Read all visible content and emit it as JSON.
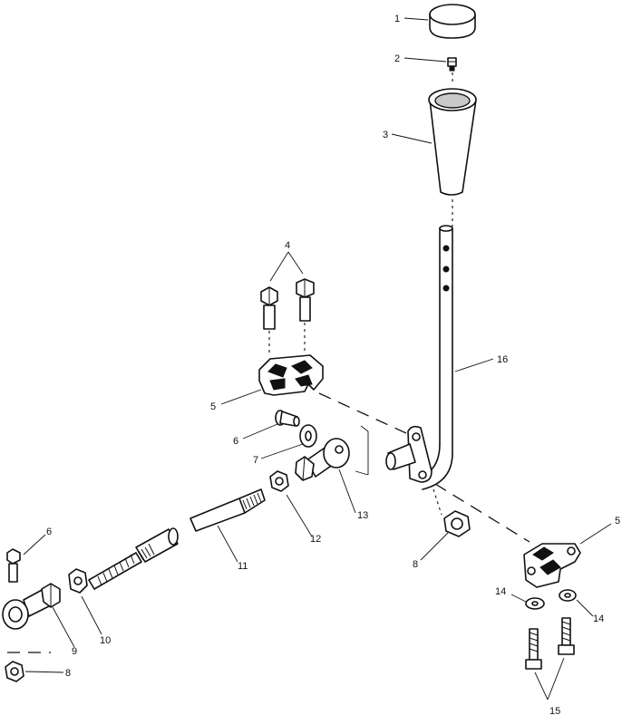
{
  "callouts": {
    "c1": "1",
    "c2": "2",
    "c3": "3",
    "c4": "4",
    "c5_left": "5",
    "c5_right": "5",
    "c6_mid": "6",
    "c6_left": "6",
    "c7": "7",
    "c8_center": "8",
    "c8_left": "8",
    "c9": "9",
    "c10": "10",
    "c11": "11",
    "c12": "12",
    "c13": "13",
    "c14_left": "14",
    "c14_right": "14",
    "c15": "15",
    "c16": "16"
  }
}
